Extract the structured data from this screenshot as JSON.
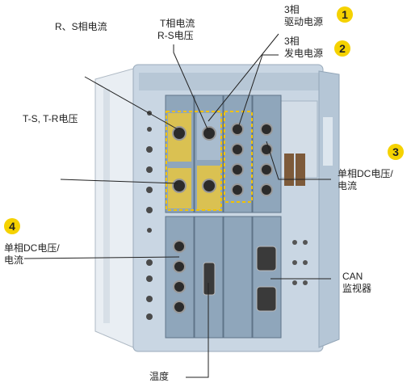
{
  "labels": {
    "rs_current": "R、S相电流",
    "t_current_rs_voltage": [
      "T相电流",
      "R-S电压"
    ],
    "three_phase_drive": [
      "3相",
      "驱动电源"
    ],
    "three_phase_gen": [
      "3相",
      "发电电源"
    ],
    "ts_tr_voltage": "T-S, T-R电压",
    "single_dc_right": [
      "单相DC电压/",
      "电流"
    ],
    "single_dc_left": [
      "单相DC电压/",
      "电流"
    ],
    "can_monitor": [
      "CAN",
      "监视器"
    ],
    "temperature": "温度"
  },
  "badges": [
    "1",
    "2",
    "3",
    "4"
  ],
  "colors": {
    "badge": "#f5d200",
    "chassis": "#c9d6e3",
    "module": "#8fa6bb",
    "dashed": "#f2c200",
    "leader": "#222222"
  }
}
